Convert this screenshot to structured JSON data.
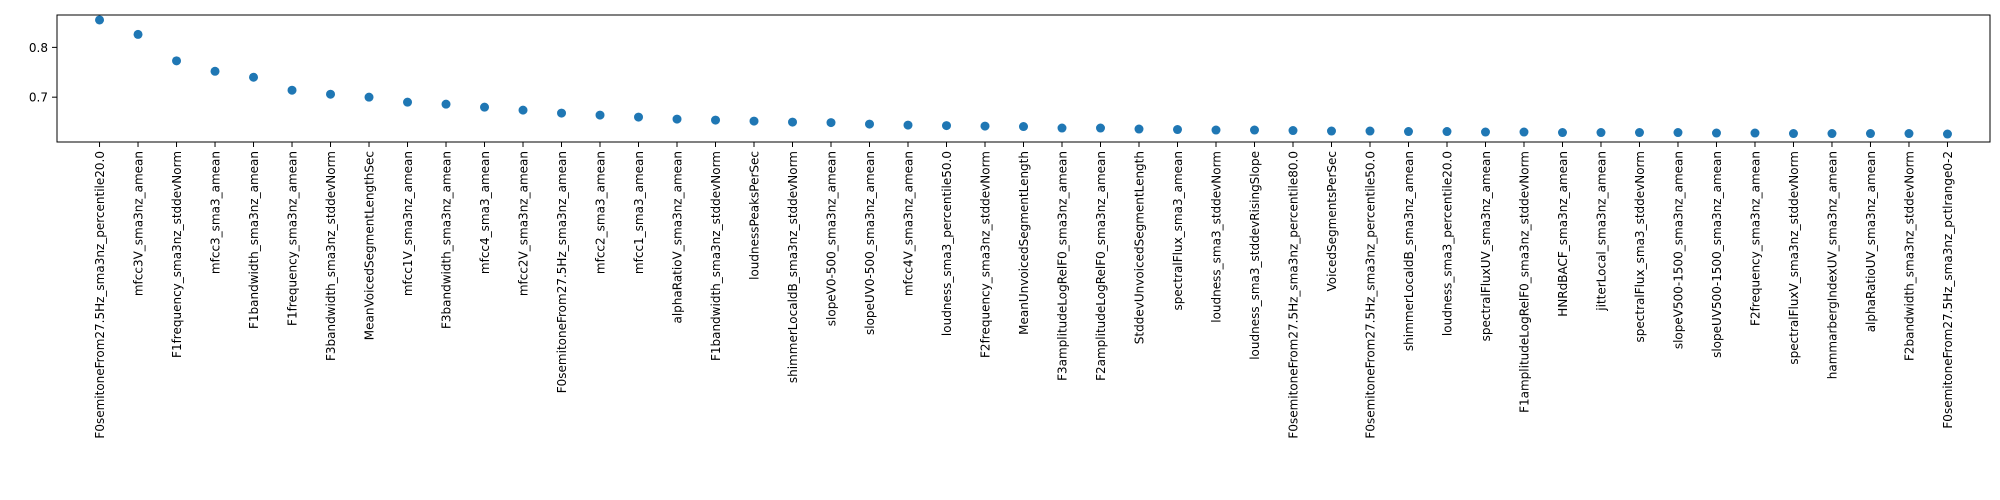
{
  "chart_data": {
    "type": "scatter",
    "title": "",
    "xlabel": "",
    "ylabel": "",
    "ylim": [
      0.61,
      0.865
    ],
    "yticks": [
      0.7,
      0.8
    ],
    "ytick_labels": [
      "0.7",
      "0.8"
    ],
    "grid": false,
    "legend": "none",
    "marker_color": "#1f77b4",
    "categories": [
      "F0semitoneFrom27.5Hz_sma3nz_percentile20.0",
      "mfcc3V_sma3nz_amean",
      "F1frequency_sma3nz_stddevNorm",
      "mfcc3_sma3_amean",
      "F1bandwidth_sma3nz_amean",
      "F1frequency_sma3nz_amean",
      "F3bandwidth_sma3nz_stddevNorm",
      "MeanVoicedSegmentLengthSec",
      "mfcc1V_sma3nz_amean",
      "F3bandwidth_sma3nz_amean",
      "mfcc4_sma3_amean",
      "mfcc2V_sma3nz_amean",
      "F0semitoneFrom27.5Hz_sma3nz_amean",
      "mfcc2_sma3_amean",
      "mfcc1_sma3_amean",
      "alphaRatioV_sma3nz_amean",
      "F1bandwidth_sma3nz_stddevNorm",
      "loudnessPeaksPerSec",
      "shimmerLocaldB_sma3nz_stddevNorm",
      "slopeV0-500_sma3nz_amean",
      "slopeUV0-500_sma3nz_amean",
      "mfcc4V_sma3nz_amean",
      "loudness_sma3_percentile50.0",
      "F2frequency_sma3nz_stddevNorm",
      "MeanUnvoicedSegmentLength",
      "F3amplitudeLogRelF0_sma3nz_amean",
      "F2amplitudeLogRelF0_sma3nz_amean",
      "StddevUnvoicedSegmentLength",
      "spectralFlux_sma3_amean",
      "loudness_sma3_stddevNorm",
      "loudness_sma3_stddevRisingSlope",
      "F0semitoneFrom27.5Hz_sma3nz_percentile80.0",
      "VoicedSegmentsPerSec",
      "F0semitoneFrom27.5Hz_sma3nz_percentile50.0",
      "shimmerLocaldB_sma3nz_amean",
      "loudness_sma3_percentile20.0",
      "spectralFluxUV_sma3nz_amean",
      "F1amplitudeLogRelF0_sma3nz_stddevNorm",
      "HNRdBACF_sma3nz_amean",
      "jitterLocal_sma3nz_amean",
      "spectralFlux_sma3_stddevNorm",
      "slopeV500-1500_sma3nz_amean",
      "slopeUV500-1500_sma3nz_amean",
      "F2frequency_sma3nz_amean",
      "spectralFluxV_sma3nz_stddevNorm",
      "hammarbergIndexUV_sma3nz_amean",
      "alphaRatioUV_sma3nz_amean",
      "F2bandwidth_sma3nz_stddevNorm",
      "F0semitoneFrom27.5Hz_sma3nz_pctlrange0-2"
    ],
    "values": [
      0.855,
      0.826,
      0.773,
      0.752,
      0.74,
      0.714,
      0.706,
      0.7,
      0.69,
      0.686,
      0.68,
      0.674,
      0.668,
      0.664,
      0.66,
      0.656,
      0.654,
      0.652,
      0.65,
      0.649,
      0.646,
      0.644,
      0.643,
      0.642,
      0.641,
      0.638,
      0.638,
      0.636,
      0.635,
      0.634,
      0.634,
      0.633,
      0.632,
      0.632,
      0.631,
      0.631,
      0.63,
      0.63,
      0.629,
      0.629,
      0.629,
      0.629,
      0.628,
      0.628,
      0.627,
      0.627,
      0.627,
      0.627,
      0.626
    ]
  }
}
